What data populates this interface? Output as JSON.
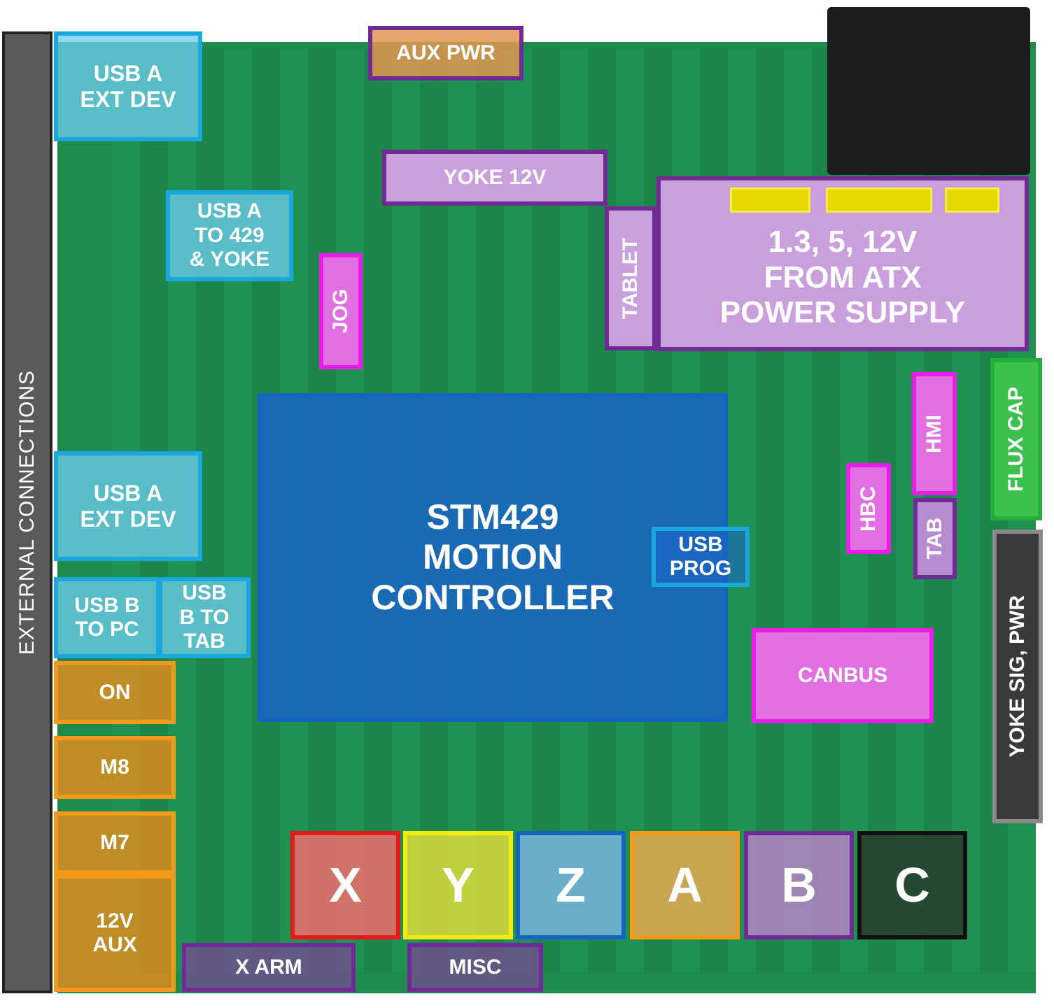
{
  "side_label": "EXTERNAL CONNECTIONS",
  "labels": {
    "usb_ext_top": "USB A\nEXT DEV",
    "aux_pwr": "AUX PWR",
    "yoke_12v": "YOKE 12V",
    "usb_429": "USB A\nTO 429\n& YOKE",
    "jog": "JOG",
    "tablet": "TABLET",
    "atx": "1.3, 5, 12V\nFROM ATX\nPOWER SUPPLY",
    "stm": "STM429\nMOTION\nCONTROLLER",
    "usb_prog": "USB\nPROG",
    "usb_ext_mid": "USB A\nEXT DEV",
    "usb_b_pc": "USB B\nTO PC",
    "usb_b_tab": "USB\nB TO\nTAB",
    "on": "ON",
    "m8": "M8",
    "m7": "M7",
    "aux12": "12V\nAUX",
    "x": "X",
    "y": "Y",
    "z": "Z",
    "a": "A",
    "b": "B",
    "c": "C",
    "x_arm": "X ARM",
    "misc": "MISC",
    "canbus": "CANBUS",
    "hbc": "HBC",
    "hmi": "HMI",
    "tab": "TAB",
    "flux": "FLUX CAP",
    "yoke_sig": "YOKE SIG, PWR"
  },
  "colors": {
    "usb": "#1aa7e0",
    "purple": "#6f2a96",
    "magenta": "#e81ee8",
    "orange": "#f39a1a",
    "red": "#e31b1b",
    "yellow": "#f2ea10",
    "blue": "#1565c0",
    "green": "#22b03c",
    "gray": "#8a8a8a",
    "black": "#111111"
  }
}
